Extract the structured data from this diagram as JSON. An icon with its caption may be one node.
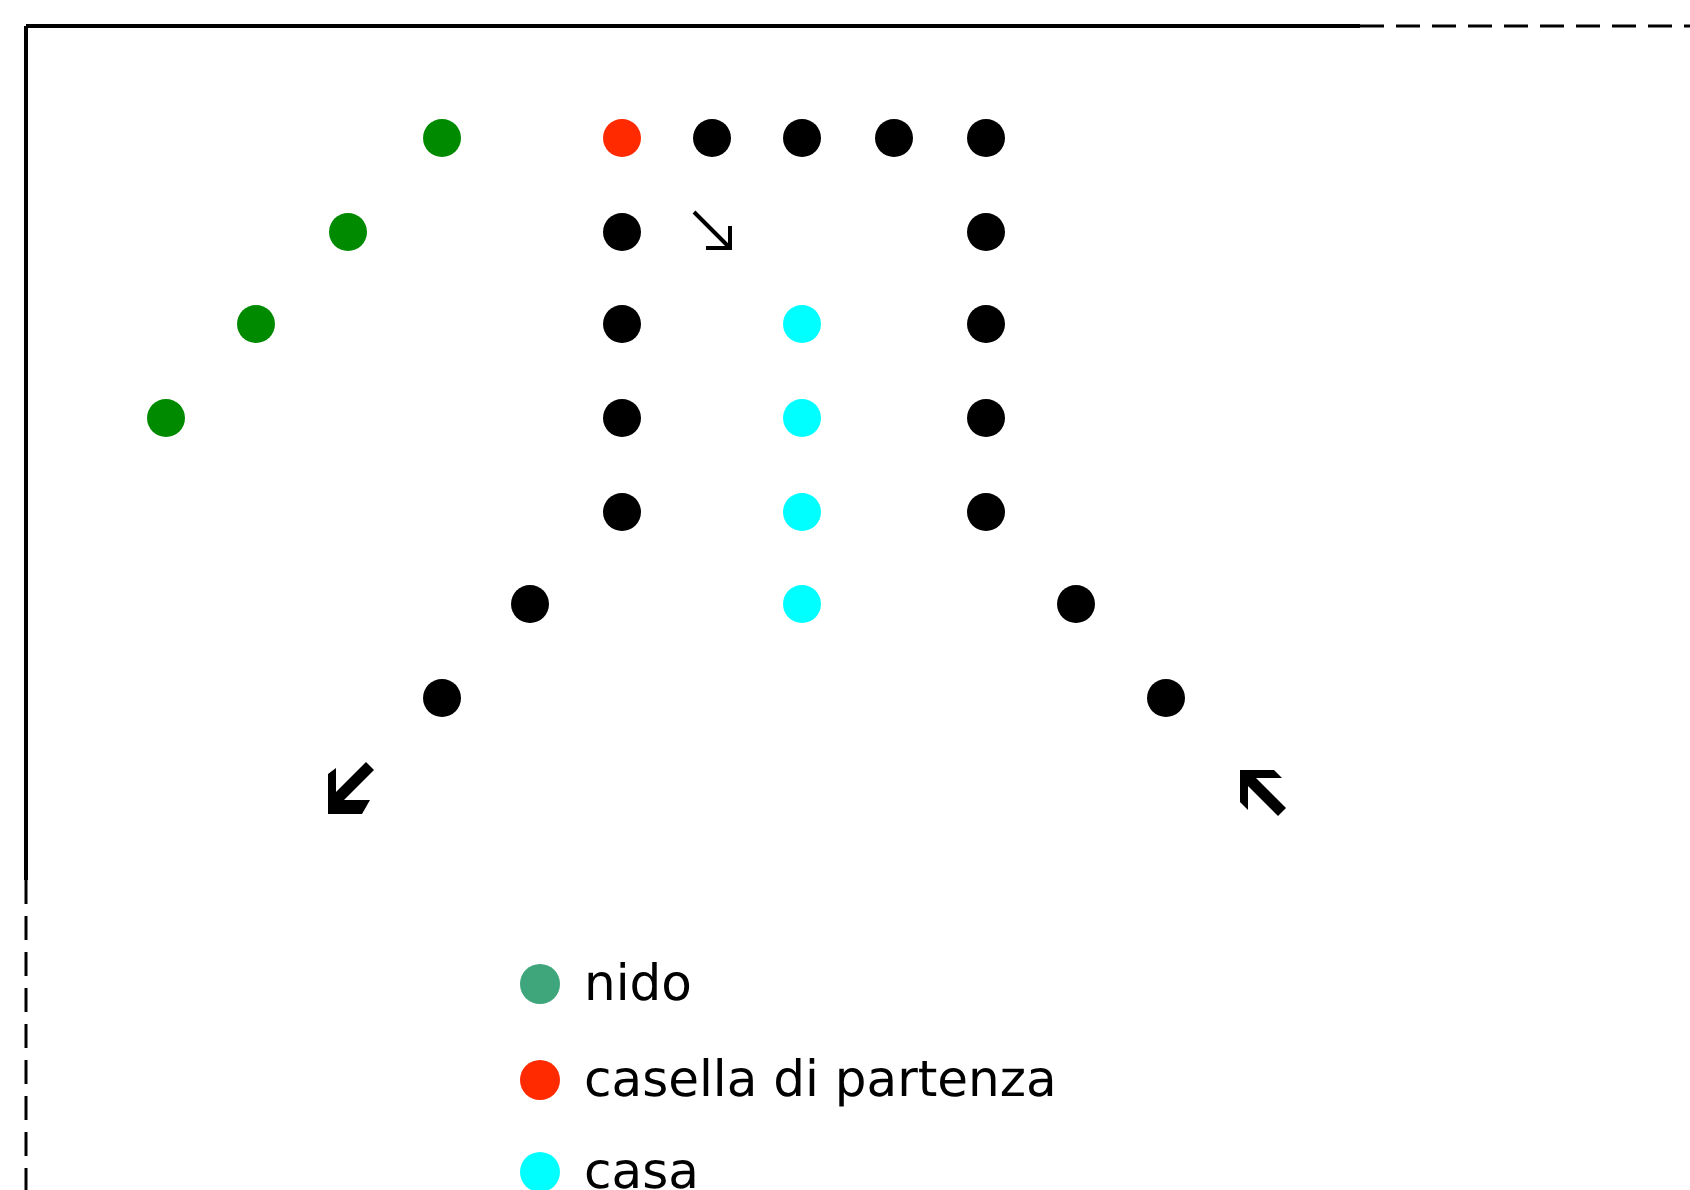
{
  "diagram": {
    "legend": [
      {
        "text": "nido",
        "color": "#3fa57a"
      },
      {
        "text": "casella di partenza",
        "color": "#ff2a00"
      },
      {
        "text": "casa",
        "color": "#00ffff"
      }
    ]
  }
}
